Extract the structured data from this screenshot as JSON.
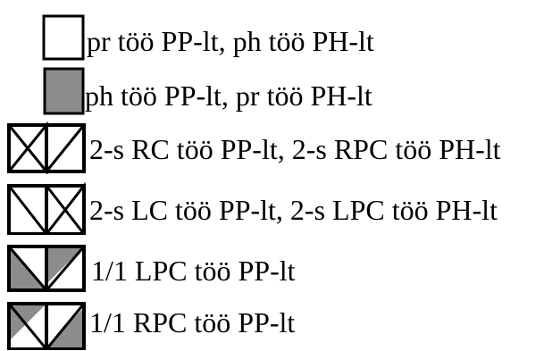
{
  "colors": {
    "stroke": "#000000",
    "fill_white": "#ffffff",
    "fill_gray": "#8c8c8c"
  },
  "legend": [
    {
      "symbol": "white-square-icon",
      "label": "pr töö PP-lt, ph töö PH-lt"
    },
    {
      "symbol": "gray-square-icon",
      "label": "ph töö PP-lt, pr töö PH-lt"
    },
    {
      "symbol": "right-cross-icon",
      "label": "2-s RC töö PP-lt, 2-s RPC töö PH-lt"
    },
    {
      "symbol": "left-cross-icon",
      "label": "2-s LC töö PP-lt, 2-s LPC töö PH-lt"
    },
    {
      "symbol": "left-purl-cross-icon",
      "label": "1/1 LPC töö PP-lt"
    },
    {
      "symbol": "right-purl-cross-icon",
      "label": "1/1 RPC töö PP-lt"
    }
  ]
}
